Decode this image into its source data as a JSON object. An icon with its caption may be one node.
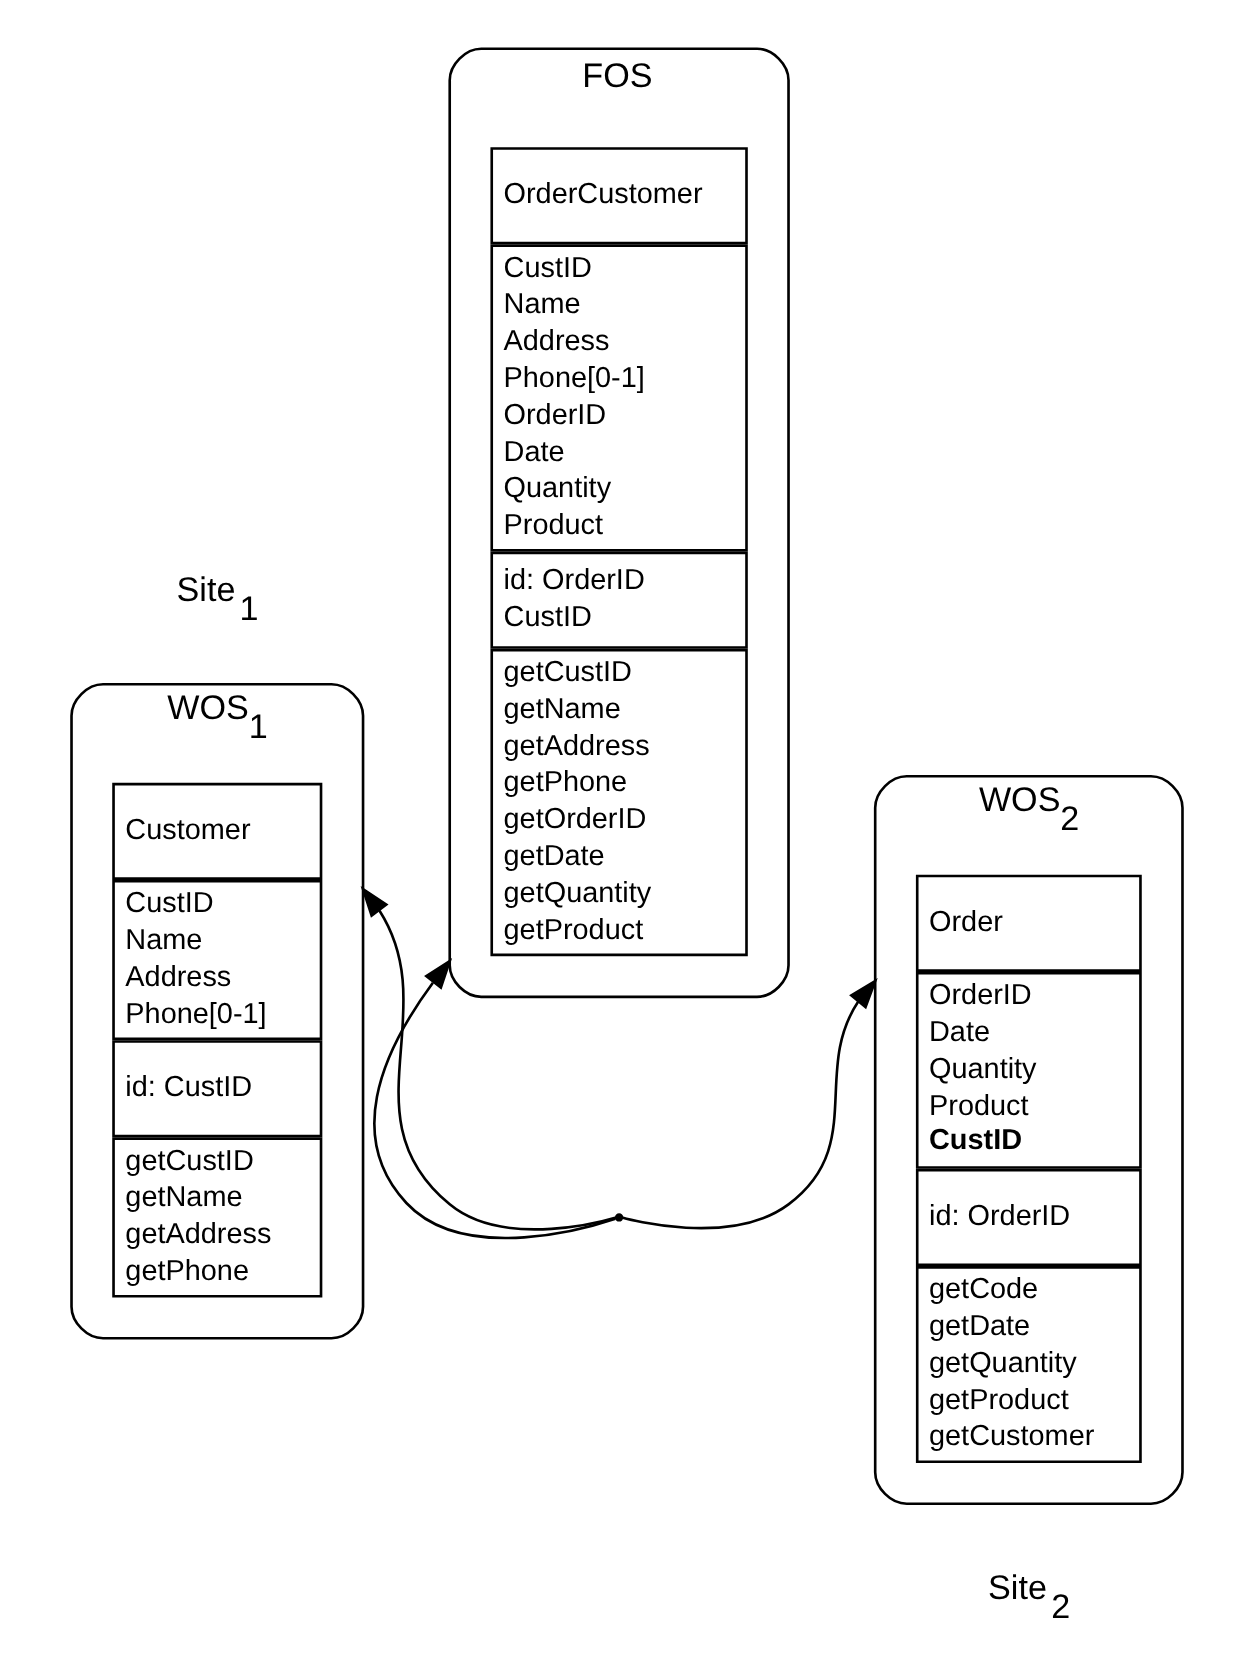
{
  "diagram": {
    "nodes": [
      {
        "text": [
          "FOS"
        ]
      },
      {
        "text": [
          "OrderCustomer"
        ],
        "in": 0
      },
      {
        "text": [
          "CustID",
          "Name",
          "Address",
          "Phone[0-1]",
          "OrderID",
          "Date",
          "Quantity",
          "Product"
        ],
        "in": 0
      },
      {
        "text": [
          "id: OrderID",
          "CustID"
        ],
        "in": 0
      },
      {
        "text": [
          "getCustID",
          "getName",
          "getAddress",
          "getPhone",
          "getOrderID",
          "getDate",
          "getQuantity",
          "getProduct"
        ],
        "in": 0
      },
      {
        "text": [
          "WOS$_{1}$"
        ],
        "beside": [
          "Site$_{1}$"
        ]
      },
      {
        "text": [
          "Customer"
        ],
        "in": 5
      },
      {
        "text": [
          "CustID",
          "Name",
          "Address",
          "Phone[0-1]"
        ],
        "in": 5
      },
      {
        "text": [
          "id: CustID"
        ],
        "in": 5
      },
      {
        "text": [
          "getCustID",
          "getName",
          "getAddress",
          "getPhone"
        ],
        "in": 5
      },
      {
        "text": [
          "WOS$_{2}$"
        ],
        "beside": [
          "Site$_{2}$"
        ]
      },
      {
        "text": [
          "Order"
        ],
        "in": 10
      },
      {
        "text": [
          "OrderID",
          "Date",
          "Quantity",
          "Product",
          "**CustID**"
        ],
        "in": 10
      },
      {
        "text": [
          "id: OrderID"
        ],
        "in": 10
      },
      {
        "text": [
          "getCode",
          "getDate",
          "getQuantity",
          "getProduct",
          "getCustomer"
        ],
        "in": 10
      },
      {
        "text": [],
        "shape": "point"
      }
    ],
    "edges": [
      {
        "from": 15,
        "to": 0,
        "arrow": "to"
      },
      {
        "from": 15,
        "to": 5,
        "arrow": "to"
      },
      {
        "from": 15,
        "to": 10,
        "arrow": "to"
      }
    ]
  }
}
